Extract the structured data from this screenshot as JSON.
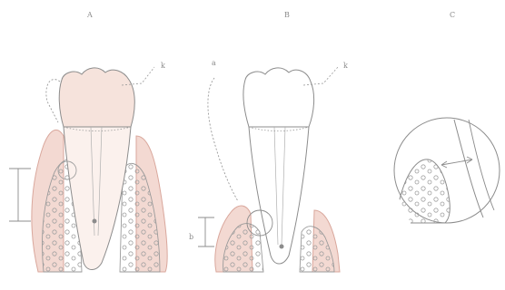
{
  "panels": [
    {
      "label": "A",
      "callout": "k"
    },
    {
      "label": "B",
      "callout": "k"
    },
    {
      "label": "C"
    }
  ],
  "side_labels": {
    "b_left_letter": "a",
    "b_lower_letter": "b"
  },
  "colors": {
    "line": "#8c8c8c",
    "dash": "#9a9a9a",
    "gum_fill": "#f3d9d2",
    "gum_stroke": "#d9a79c",
    "bone_circle": "#9a9a9a"
  }
}
